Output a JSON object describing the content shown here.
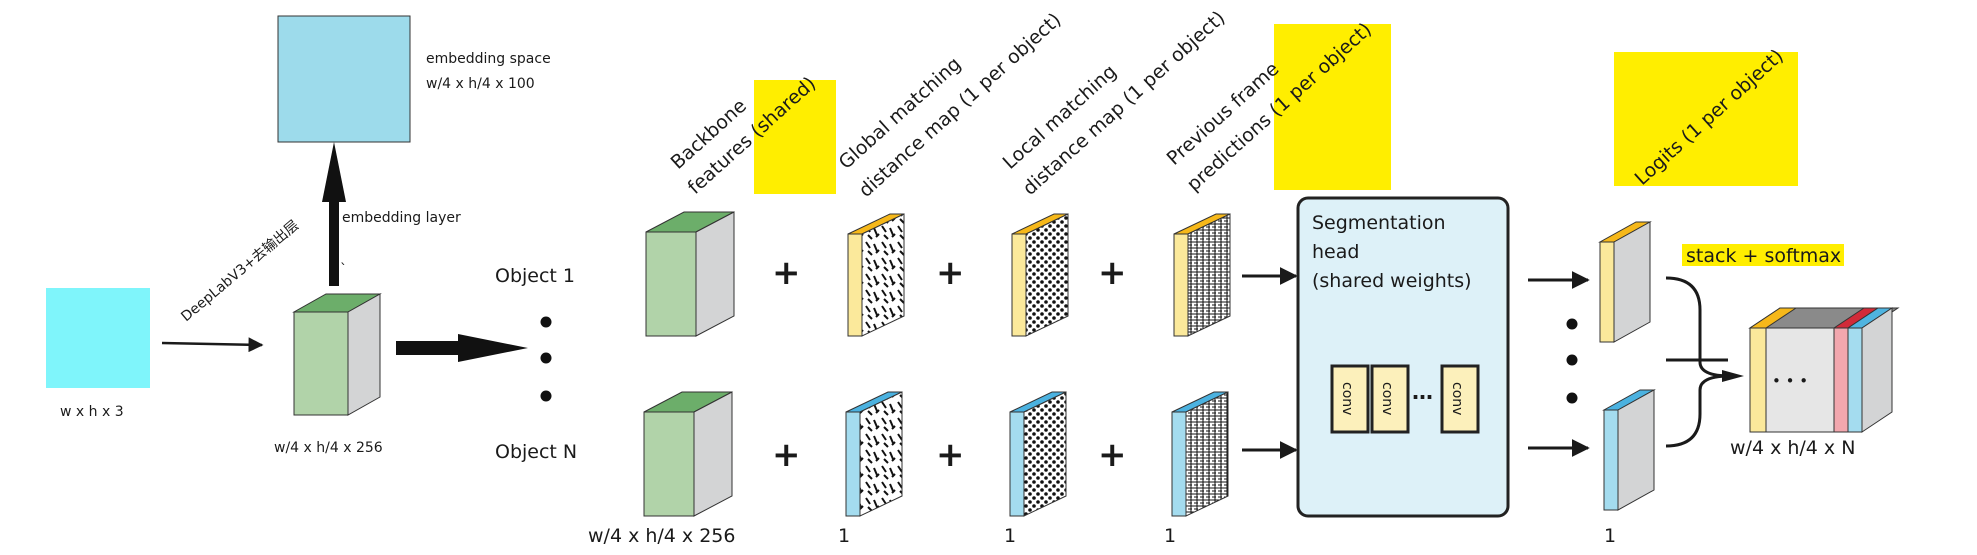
{
  "labels": {
    "input_size": "w x h x 3",
    "backbone_label": "DeepLabV3+去输出层",
    "feature_size": "w/4 x h/4 x 256",
    "embedding_layer": "embedding layer",
    "embedding_tick": "`",
    "embedding_space_title": "embedding space",
    "embedding_space_size": "w/4 x h/4 x 100",
    "object_first": "Object 1",
    "object_last": "Object N",
    "backbone_features_line1": "Backbone",
    "backbone_features_line2": "features (shared)",
    "global_matching_line1": "Global matching",
    "global_matching_line2": "distance map (1 per object)",
    "local_matching_line1": "Local matching",
    "local_matching_line2": "distance map (1 per object)",
    "previous_frame_line1": "Previous frame",
    "previous_frame_line2": "predictions (1 per object)",
    "logits": "Logits (1 per object)",
    "head_line1": "Segmentation",
    "head_line2": "head",
    "head_line3": "(shared weights)",
    "conv": "conv",
    "ellipsis": "…",
    "stack_softmax": "stack + softmax",
    "bottom_feature_size": "w/4  x  h/4 x 256",
    "channel_count": "1",
    "output_size": "w/4  x  h/4  x N",
    "output_dots": "• • •",
    "plus": "+"
  },
  "colors": {
    "input_square": "#7ff5fb",
    "embedding_square": "#9ddbeb",
    "feature_front": "#b1d3a9",
    "feature_top": "#6cae6a",
    "feature_side": "#d3d4d5",
    "object1_strip": "#fbe99b",
    "object1_strip_top": "#f6b81a",
    "objectN_strip": "#a4dcef",
    "objectN_strip_top": "#4bb2e0",
    "head_fill": "#ddf1f8",
    "conv_fill": "#fcf0bb",
    "highlight": "#ffee00",
    "output_red": "#f2a7ae",
    "output_red_top": "#d12b39",
    "output_blue_top": "#4fb4e0"
  }
}
